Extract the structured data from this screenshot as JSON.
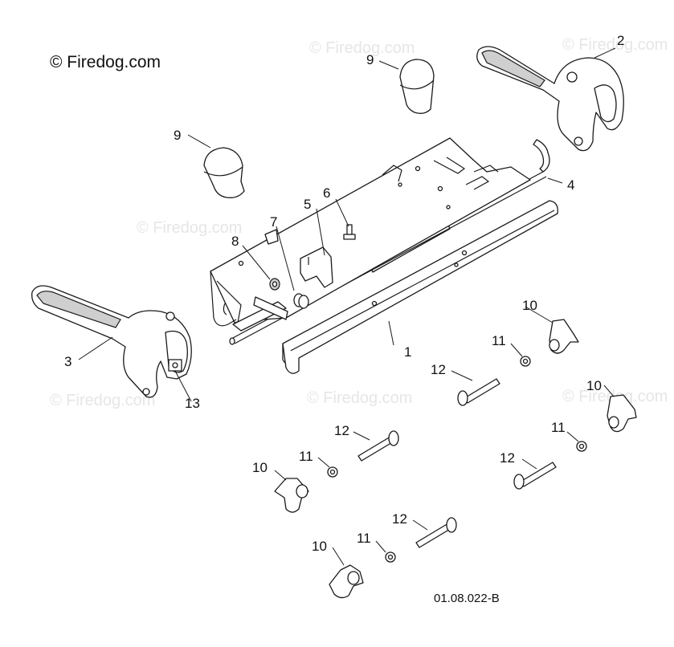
{
  "brand": {
    "text": "© Firedog.com"
  },
  "watermarks": [
    "© Firedog.com",
    "© Firedog.com",
    "© Firedog.com",
    "© Firedog.com",
    "© Firedog.com",
    "© Firedog.com"
  ],
  "diagram_code": "01.08.022-B",
  "callouts": {
    "c1": "1",
    "c2": "2",
    "c3": "3",
    "c4": "4",
    "c5": "5",
    "c6": "6",
    "c7": "7",
    "c8": "8",
    "c9a": "9",
    "c9b": "9",
    "c10a": "10",
    "c10b": "10",
    "c10c": "10",
    "c10d": "10",
    "c11a": "11",
    "c11b": "11",
    "c11c": "11",
    "c11d": "11",
    "c12a": "12",
    "c12b": "12",
    "c12c": "12",
    "c12d": "12",
    "c13": "13"
  }
}
